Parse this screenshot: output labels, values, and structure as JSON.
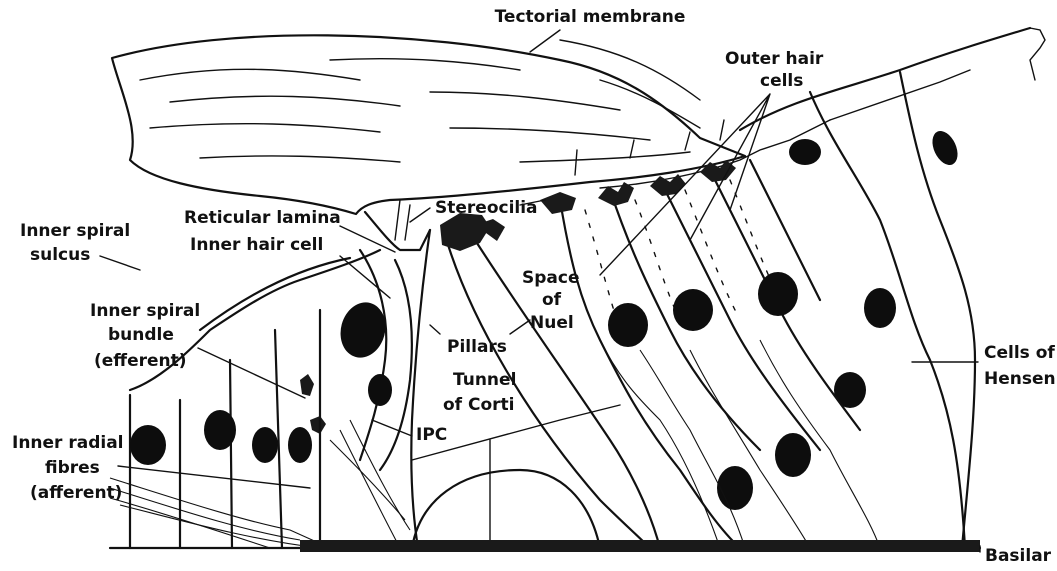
{
  "labels": {
    "tectorial_membrane": "Tectorial membrane",
    "outer_hair_cells_line1": "Outer hair",
    "outer_hair_cells_line2": "cells",
    "stereocilia": "Stereocilia",
    "reticular_lamina": "Reticular lamina",
    "inner_hair_cell": "Inner hair cell",
    "inner_spiral_sulcus_line1": "Inner spiral",
    "inner_spiral_sulcus_line2": "sulcus",
    "inner_spiral_bundle_line1": "Inner spiral",
    "inner_spiral_bundle_line2": "bundle",
    "inner_spiral_bundle_line3": "(efferent)",
    "pillars": "Pillars",
    "space_of_nuel_line1": "Space",
    "space_of_nuel_line2": "of",
    "space_of_nuel_line3": "Nuel",
    "tunnel_of_corti_line1": "Tunnel",
    "tunnel_of_corti_line2": "of Corti",
    "ipc": "IPC",
    "inner_radial_fibres_line1": "Inner radial",
    "inner_radial_fibres_line2": "fibres",
    "inner_radial_fibres_line3": "(afferent)",
    "cells_of_hensen_line1": "Cells of",
    "cells_of_hensen_line2": "Hensen",
    "basilar": "Basilar"
  }
}
